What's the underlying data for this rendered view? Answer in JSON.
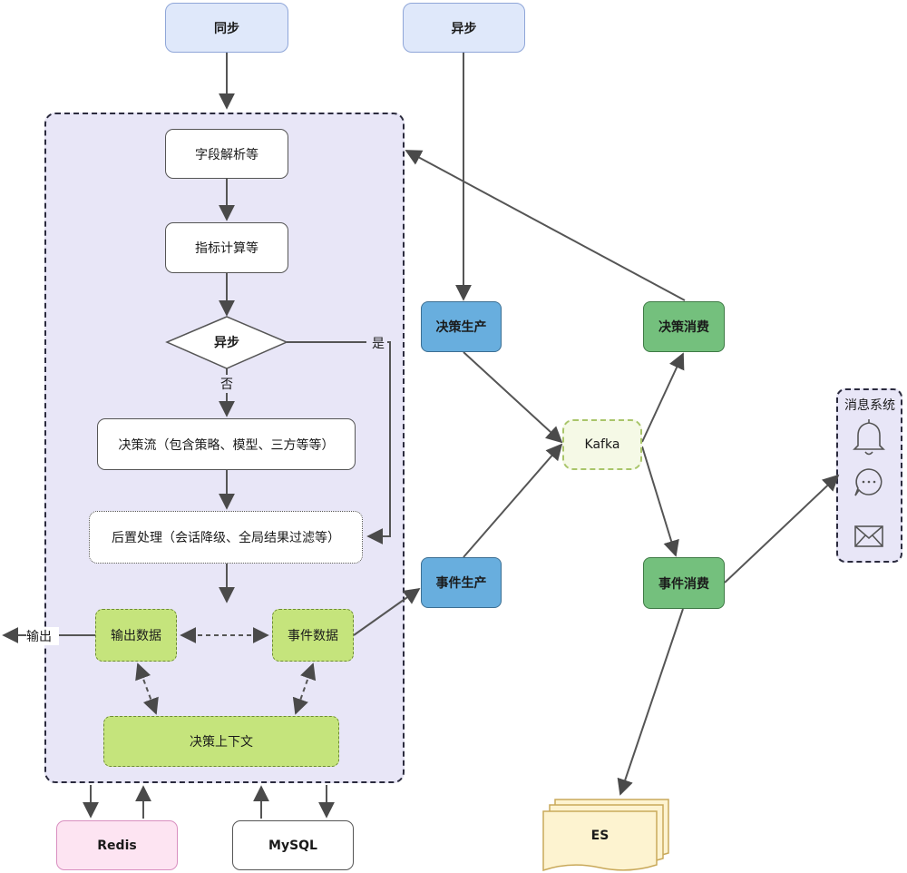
{
  "entries": {
    "sync": "同步",
    "async": "异步"
  },
  "flow": {
    "parse": "字段解析等",
    "metric": "指标计算等",
    "decision_diamond": "异步",
    "yes": "是",
    "no": "否",
    "decision_flow": "决策流（包含策略、模型、三方等等）",
    "post": "后置处理（会话降级、全局结果过滤等）",
    "output_data": "输出数据",
    "event_data": "事件数据",
    "context": "决策上下文",
    "output": "输出"
  },
  "storage": {
    "redis": "Redis",
    "mysql": "MySQL",
    "es": "ES"
  },
  "mq": {
    "decision_produce": "决策生产",
    "decision_consume": "决策消费",
    "kafka": "Kafka",
    "event_produce": "事件生产",
    "event_consume": "事件消费"
  },
  "message_system": {
    "title": "消息系统",
    "icons": [
      "bell-icon",
      "chat-bubble-icon",
      "mail-icon"
    ]
  },
  "colors": {
    "container": "#e8e6f7",
    "entry": "#dfe8fa",
    "green": "#c5e47c",
    "blue": "#68aede",
    "dark_green": "#74c07d",
    "kafka": "#f5f9e6",
    "redis": "#fde4f2",
    "es": "#fdf3d0"
  }
}
